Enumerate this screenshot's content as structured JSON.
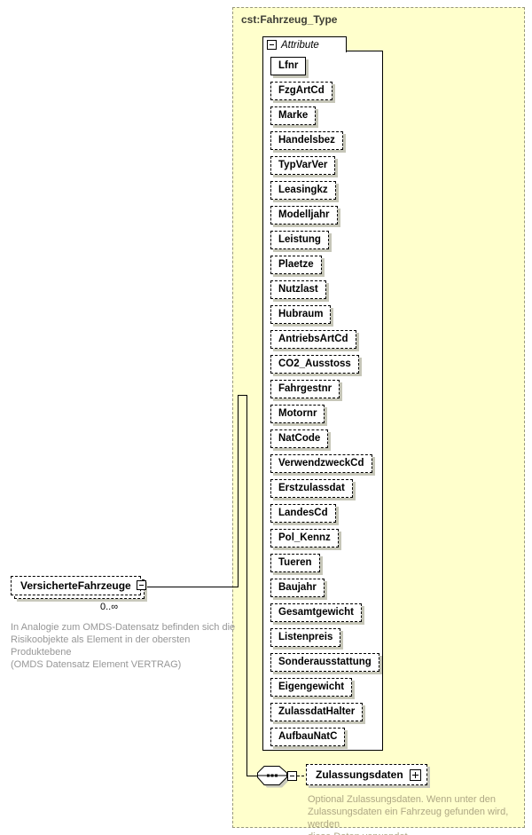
{
  "diagram": {
    "complex_type": {
      "label": "cst:Fahrzeug_Type"
    },
    "attribute_section": {
      "label": "Attribute"
    },
    "attributes": [
      {
        "name": "Lfnr",
        "required": true
      },
      {
        "name": "FzgArtCd",
        "required": false
      },
      {
        "name": "Marke",
        "required": false
      },
      {
        "name": "Handelsbez",
        "required": false
      },
      {
        "name": "TypVarVer",
        "required": false
      },
      {
        "name": "Leasingkz",
        "required": false
      },
      {
        "name": "Modelljahr",
        "required": false
      },
      {
        "name": "Leistung",
        "required": false
      },
      {
        "name": "Plaetze",
        "required": false
      },
      {
        "name": "Nutzlast",
        "required": false
      },
      {
        "name": "Hubraum",
        "required": false
      },
      {
        "name": "AntriebsArtCd",
        "required": false
      },
      {
        "name": "CO2_Ausstoss",
        "required": false
      },
      {
        "name": "Fahrgestnr",
        "required": false
      },
      {
        "name": "Motornr",
        "required": false
      },
      {
        "name": "NatCode",
        "required": false
      },
      {
        "name": "VerwendzweckCd",
        "required": false
      },
      {
        "name": "Erstzulassdat",
        "required": false
      },
      {
        "name": "LandesCd",
        "required": false
      },
      {
        "name": "Pol_Kennz",
        "required": false
      },
      {
        "name": "Tueren",
        "required": false
      },
      {
        "name": "Baujahr",
        "required": false
      },
      {
        "name": "Gesamtgewicht",
        "required": false
      },
      {
        "name": "Listenpreis",
        "required": false
      },
      {
        "name": "Sonderausstattung",
        "required": false
      },
      {
        "name": "Eigengewicht",
        "required": false
      },
      {
        "name": "ZulassdatHalter",
        "required": false
      },
      {
        "name": "AufbauNatC",
        "required": false
      }
    ],
    "element": {
      "name": "VersicherteFahrzeuge",
      "cardinality": "0..∞",
      "annotation": [
        "In Analogie zum OMDS-Datensatz befinden sich die",
        "Risikoobjekte als Element in der obersten Produktebene",
        "(OMDS Datensatz Element VERTRAG)"
      ]
    },
    "child_element": {
      "name": "Zulassungsdaten",
      "annotation": [
        "Optional Zulassungsdaten. Wenn unter den",
        "Zulassungsdaten ein Fahrzeug gefunden wird, werden",
        "diese Daten verwendet."
      ]
    },
    "icons": {
      "collapse": "minus-icon",
      "expand": "plus-icon",
      "compositor": "sequence-icon"
    },
    "colors": {
      "type_box_bg": "#ffffcc",
      "type_box_border": "#98987c",
      "node_shadow": "#c6c6b8",
      "annotation_gray": "#979797",
      "annotation_on_yellow": "#aea784"
    }
  }
}
